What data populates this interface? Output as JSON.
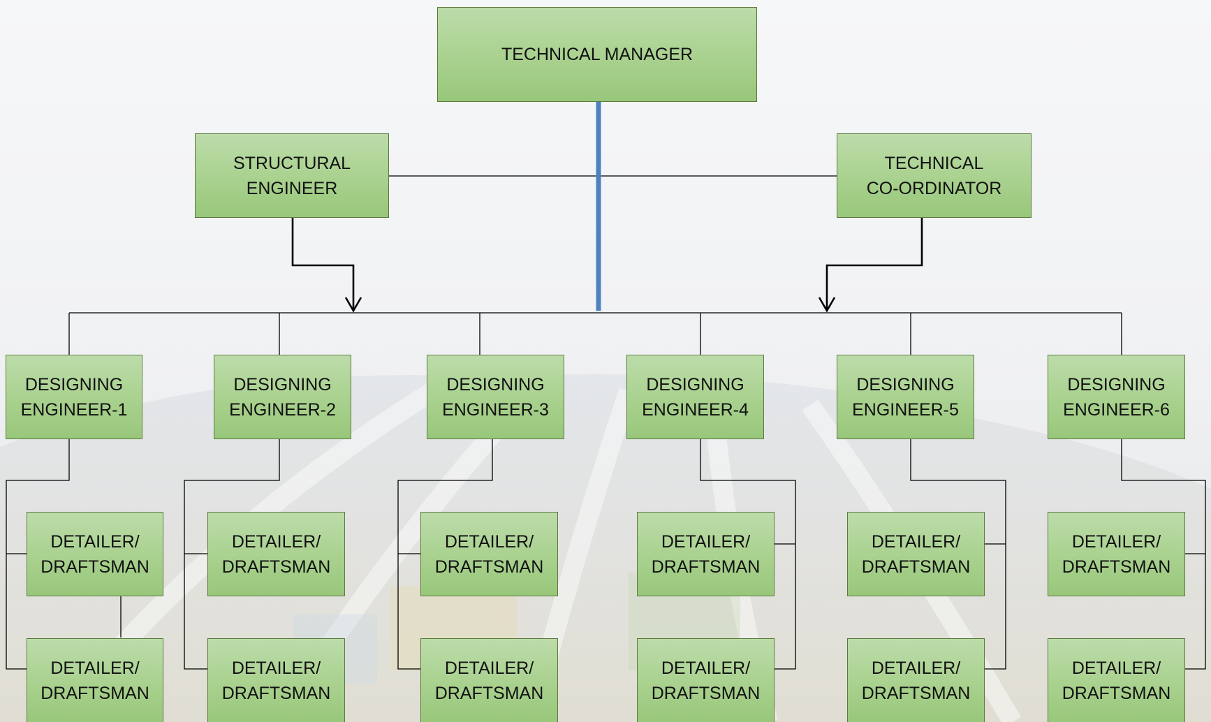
{
  "nodes": {
    "manager": "TECHNICAL MANAGER",
    "structural": "STRUCTURAL\nENGINEER",
    "coordinator": "TECHNICAL\nCO-ORDINATOR",
    "engineers": [
      "DESIGNING\nENGINEER-1",
      "DESIGNING\nENGINEER-2",
      "DESIGNING\nENGINEER-3",
      "DESIGNING\nENGINEER-4",
      "DESIGNING\nENGINEER-5",
      "DESIGNING\nENGINEER-6"
    ],
    "detailer": "DETAILER/\nDRAFTSMAN"
  },
  "colors": {
    "box_fill": "#a9d18e",
    "box_border": "#5c7a3c",
    "trunk_line": "#4f81bd",
    "connector": "#000000"
  }
}
